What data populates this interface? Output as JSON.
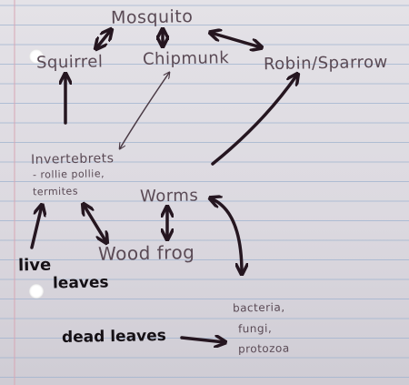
{
  "nodes": {
    "mosquito": "Mosquito",
    "squirrel": "Squirrel",
    "chipmunk": "Chipmunk",
    "robin_sparrow": "Robin/Sparrow",
    "invertebrates": "Invertebrets",
    "invertebrates_line2": "- rollie pollie,",
    "invertebrates_line3": "termites",
    "worms": "Worms",
    "wood_frog": "Wood frog",
    "live_leaves_1": "live",
    "live_leaves_2": "leaves",
    "decomposers_1": "bacteria,",
    "decomposers_2": "fungi,",
    "decomposers_3": "protozoa",
    "dead_leaves": "dead leaves"
  },
  "colors": {
    "ink_thin": "#5a4a55",
    "ink_marker": "#251620",
    "ink_bold": "#151015",
    "rule_line": "#9fb3cf",
    "margin_line": "#d7a7b4"
  }
}
